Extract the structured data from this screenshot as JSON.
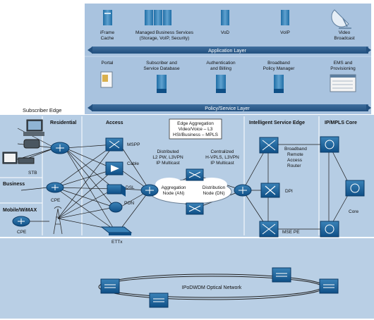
{
  "subscriber_edge": "Subscriber Edge",
  "application_layer": {
    "band": "Application Layer",
    "items": [
      {
        "label1": "iFrame",
        "label2": "Cache"
      },
      {
        "label1": "Managed Business Services",
        "label2": "(Storage, VoIP, Security)"
      },
      {
        "label1": "VoD",
        "label2": ""
      },
      {
        "label1": "VoIP",
        "label2": ""
      },
      {
        "label1": "Video",
        "label2": "Broadcast"
      }
    ]
  },
  "policy_layer": {
    "band": "Policy/Service Layer",
    "items": [
      {
        "label1": "Portal",
        "label2": ""
      },
      {
        "label1": "Subscriber and",
        "label2": "Service Database"
      },
      {
        "label1": "Authentication",
        "label2": "and Billing"
      },
      {
        "label1": "Broadband",
        "label2": "Policy Manager"
      },
      {
        "label1": "EMS and",
        "label2": "Provisioning"
      }
    ]
  },
  "sections": {
    "residential": "Residential",
    "access": "Access",
    "business": "Business",
    "mobile": "Mobile/WiMAX",
    "ise": "Intelligent Service Edge",
    "core": "IP/MPLS Core"
  },
  "devices": {
    "stb": "STB",
    "cpe_business": "CPE",
    "cpe_mobile": "CPE",
    "mspp": "MSPP",
    "cable": "Cable",
    "dsl": "DSL",
    "pon": "PON",
    "ettx": "ETTx",
    "dpi": "DPI",
    "msepe": "MSE PE",
    "core": "Core"
  },
  "edge_box": [
    "Edge Aggregation",
    "Video/Voice – L3",
    "HSI/Business – MPLS"
  ],
  "distributed": [
    "Distributed",
    "L2 PW, L3VPN",
    "IP Multicast"
  ],
  "centralized": [
    "Centralized",
    "H-VPLS, L3VPN",
    "IP Multicast"
  ],
  "aggregation_node": [
    "Aggregation",
    "Node (AN)"
  ],
  "distribution_node": [
    "Distribution",
    "Node (DN)"
  ],
  "broadband_router": [
    "Broadband",
    "Remote",
    "Access",
    "Router"
  ],
  "optical_network": "IPoDWDM Optical Network"
}
